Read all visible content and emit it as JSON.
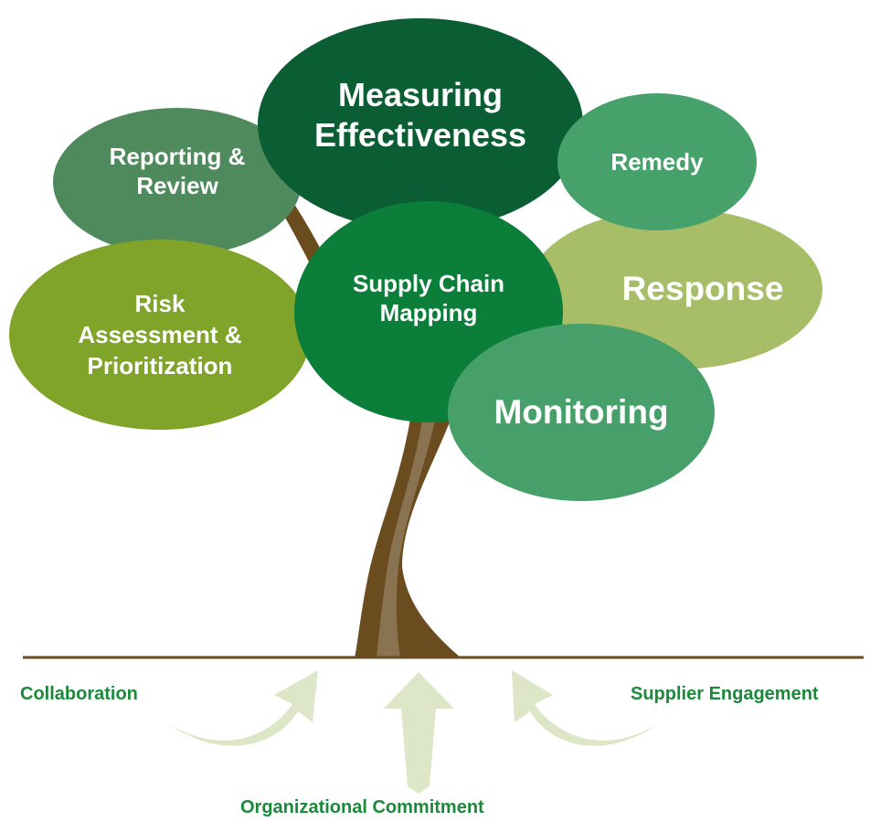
{
  "colors": {
    "trunk_dark": "#6b4c1e",
    "trunk_light": "#8a7350",
    "ground_line": "#6b4c1e",
    "arrow": "#dde6c6",
    "label_green": "#1a8a3a",
    "measuring": "#0b5e33",
    "reporting": "#4f8a5c",
    "risk": "#80a32a",
    "supply_chain": "#0b7f3a",
    "remedy": "#46a26a",
    "response": "#a7bd67",
    "monitoring": "#47a06a"
  },
  "canopy": {
    "measuring_effectiveness": [
      "Measuring",
      "Effectiveness"
    ],
    "reporting_review": [
      "Reporting &",
      "Review"
    ],
    "risk_assessment": [
      "Risk",
      "Assessment &",
      "Prioritization"
    ],
    "supply_chain_mapping": [
      "Supply Chain",
      "Mapping"
    ],
    "remedy": [
      "Remedy"
    ],
    "response": [
      "Response"
    ],
    "monitoring": [
      "Monitoring"
    ]
  },
  "roots": {
    "collaboration": "Collaboration",
    "supplier_engagement": "Supplier Engagement",
    "organizational_commitment": "Organizational Commitment"
  }
}
